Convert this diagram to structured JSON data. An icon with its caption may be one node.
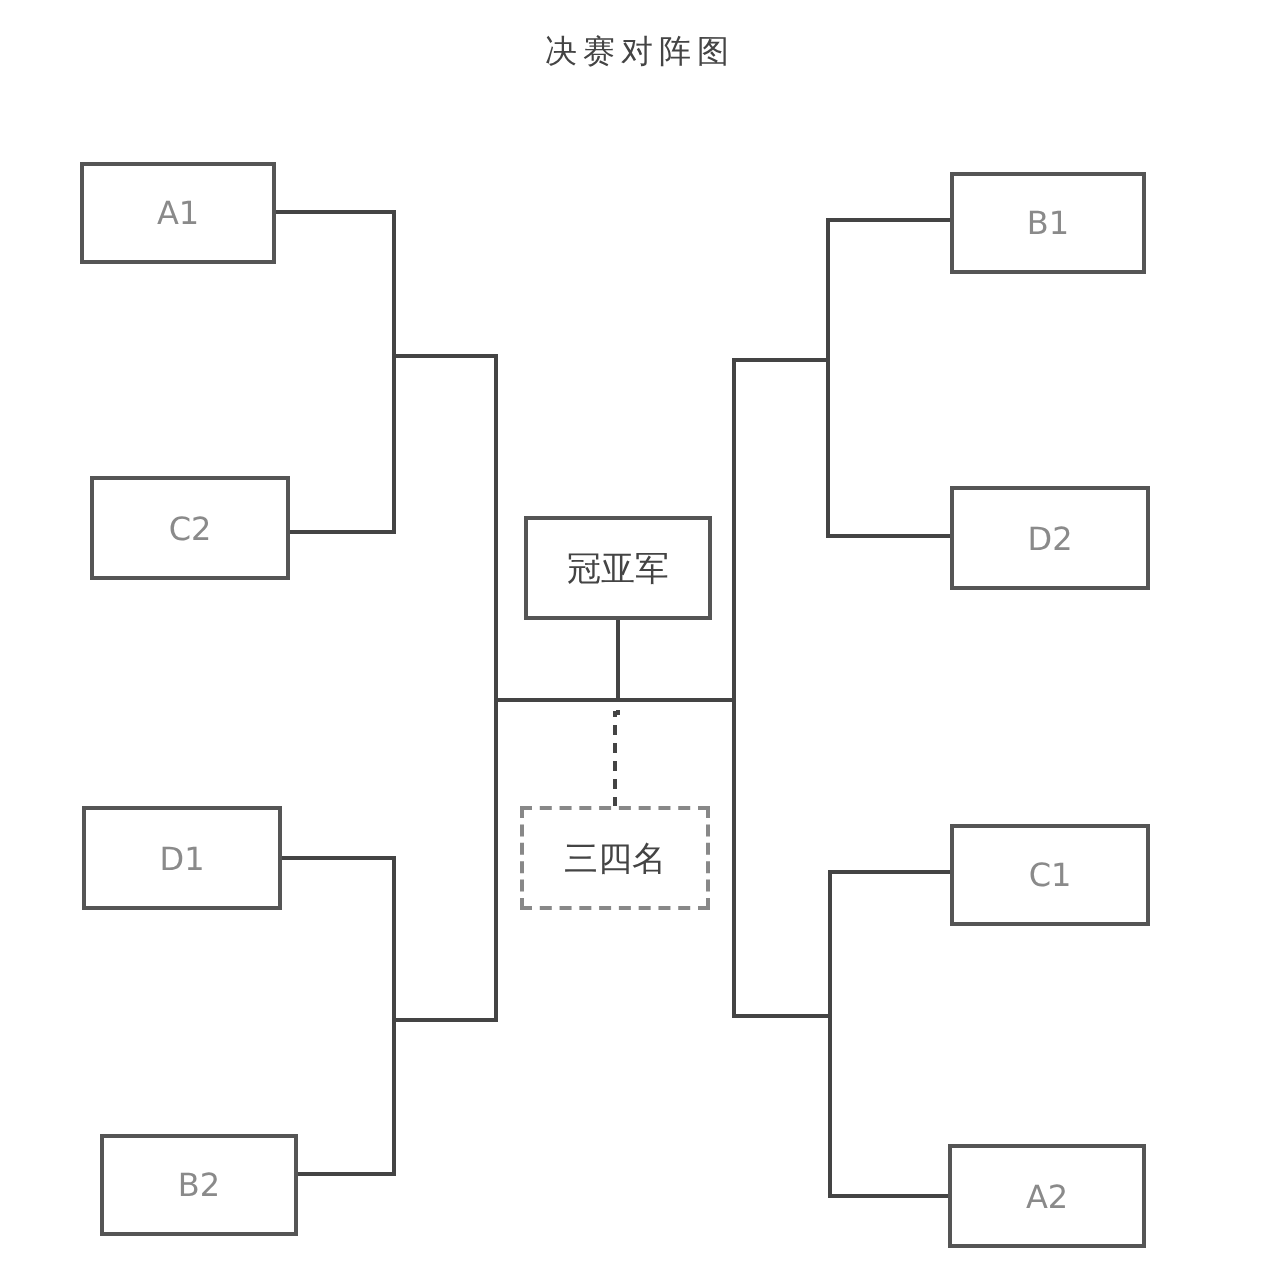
{
  "diagram": {
    "title": "决赛对阵图",
    "nodes": [
      {
        "text": [
          "A1"
        ]
      },
      {
        "text": [
          "C2"
        ]
      },
      {
        "text": [
          "D1"
        ]
      },
      {
        "text": [
          "B2"
        ]
      },
      {
        "text": [
          "B1"
        ]
      },
      {
        "text": [
          "D2"
        ]
      },
      {
        "text": [
          "C1"
        ]
      },
      {
        "text": [
          "A2"
        ]
      },
      {
        "text": [
          "冠亚军"
        ]
      },
      {
        "text": [
          "三四名"
        ]
      }
    ],
    "edges": [
      {
        "from": 0,
        "to": 8,
        "arrow": "none"
      },
      {
        "from": 1,
        "to": 8,
        "arrow": "none"
      },
      {
        "from": 2,
        "to": 8,
        "arrow": "none"
      },
      {
        "from": 3,
        "to": 8,
        "arrow": "none"
      },
      {
        "from": 4,
        "to": 8,
        "arrow": "none"
      },
      {
        "from": 5,
        "to": 8,
        "arrow": "none"
      },
      {
        "from": 6,
        "to": 8,
        "arrow": "none"
      },
      {
        "from": 7,
        "to": 8,
        "arrow": "none"
      },
      {
        "from": 8,
        "to": 9,
        "arrow": "none",
        "style": "dashed"
      }
    ]
  }
}
